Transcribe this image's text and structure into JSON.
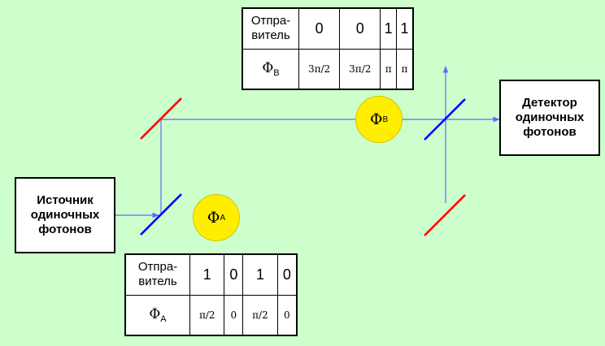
{
  "source_label": "Источник\nодиночных\nфотонов",
  "detector_label": "Детектор\nодиночных\nфотонов",
  "modulator_a": {
    "symbol": "Φ",
    "sub": "A"
  },
  "modulator_b": {
    "symbol": "Φ",
    "sub": "B"
  },
  "table_b": {
    "header": "Отпра-\nвитель",
    "bits": [
      "0",
      "0",
      "1",
      "1"
    ],
    "phase_symbol": "Φ",
    "phase_sub": "B",
    "phases": [
      "3π/2",
      "3π/2",
      "π",
      "π"
    ]
  },
  "table_a": {
    "header": "Отпра-\nвитель",
    "bits": [
      "1",
      "0",
      "1",
      "0"
    ],
    "phase_symbol": "Φ",
    "phase_sub": "A",
    "phases": [
      "π/2",
      "0",
      "π/2",
      "0"
    ]
  },
  "colors": {
    "background": "#ccffcc",
    "beam": "#6666ff",
    "beam_splitter": "#0000ff",
    "mirror": "#ff0000",
    "modulator": "#ffee00"
  }
}
